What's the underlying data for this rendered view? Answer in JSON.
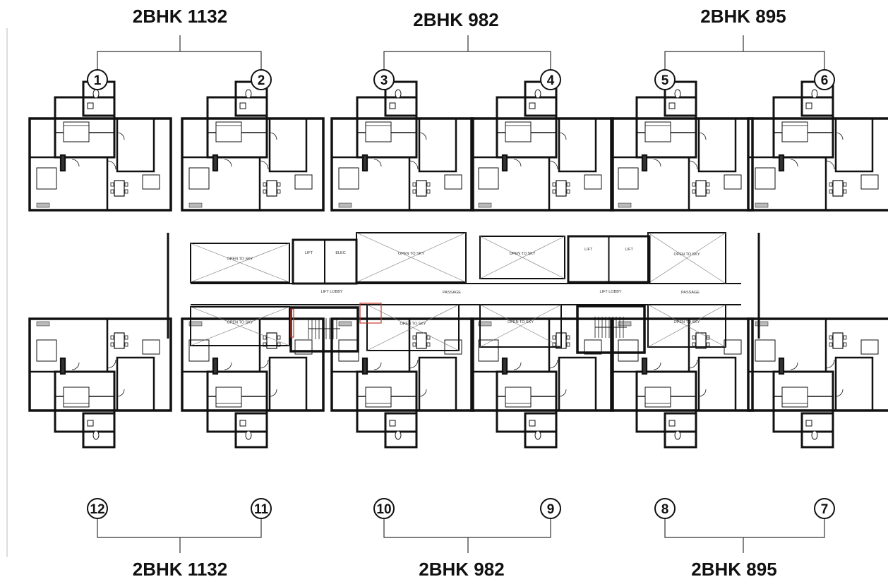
{
  "unit_types": {
    "top": [
      "2BHK 1132",
      "2BHK 982",
      "2BHK 895"
    ],
    "bottom": [
      "2BHK 1132",
      "2BHK 982",
      "2BHK 895"
    ]
  },
  "unit_numbers": {
    "top": [
      "1",
      "2",
      "3",
      "4",
      "5",
      "6"
    ],
    "bottom": [
      "12",
      "11",
      "10",
      "9",
      "8",
      "7"
    ]
  },
  "core_labels": {
    "open_to_sky": "OPEN TO SKY",
    "lift": "LIFT",
    "lift_lobby": "LIFT LOBBY",
    "passage": "PASSAGE",
    "elec": "ELEC"
  }
}
